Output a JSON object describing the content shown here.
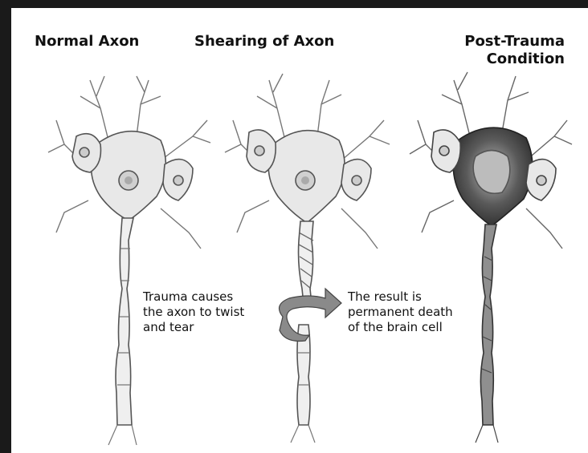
{
  "panels": [
    {
      "title_lines": [
        "Normal Axon"
      ]
    },
    {
      "title_lines": [
        "Shearing of Axon"
      ]
    },
    {
      "title_lines": [
        "Post-Trauma",
        "Condition"
      ]
    }
  ],
  "captions": {
    "trauma": [
      "Trauma causes",
      "the axon to twist",
      "and tear"
    ],
    "result": [
      "The result is",
      "permanent death",
      "of the brain cell"
    ]
  },
  "colors": {
    "frame": "#1a1a1a",
    "cell_outline": "#555555",
    "cell_fill": "#e6e6e6",
    "damaged_fill": "#3a3a3a",
    "arrow": "#666666"
  }
}
